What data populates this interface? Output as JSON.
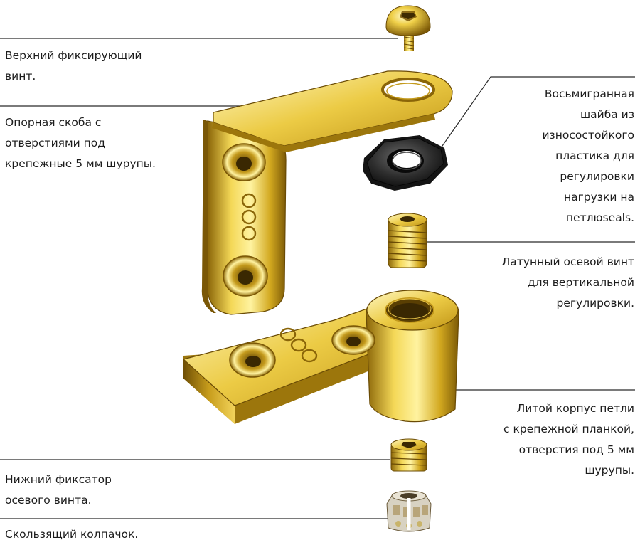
{
  "colors": {
    "background": "#ffffff",
    "text": "#1c1c1c",
    "leader_line": "#2a2a2a",
    "brass_light": "#fff3a0",
    "brass_mid": "#e3bc2a",
    "brass_dark": "#8a6508",
    "washer_dark": "#1a1a1a",
    "washer_mid": "#4a4a4a"
  },
  "labels": {
    "top_screw": "Верхний фиксирующий\nвинт.",
    "bracket": "Опорная скоба с\nотверстиями под\nкрепежные 5 мм шурупы.",
    "washer": "Восьмигранная\nшайба из\nизносостойкого\nпластика для\nрегулировки\nнагрузки на\nпетлюseals.",
    "axial_screw": "Латунный осевой винт\nдля вертикальной\nрегулировки.",
    "body": "Литой корпус петли\nс крепежной планкой,\nотверстия под 5 мм\nшурупы.",
    "lower_lock": "Нижний фиксатор\nосевого винта.",
    "sliding_cap": "Скользящий колпачок."
  },
  "icons": {
    "top_screw": "dome-head-screw-icon",
    "bracket": "l-bracket-icon",
    "washer": "octagonal-washer-icon",
    "axial_screw": "threaded-bushing-icon",
    "body": "hinge-body-icon",
    "lower_lock": "set-screw-icon",
    "sliding_cap": "sliding-cap-icon"
  }
}
